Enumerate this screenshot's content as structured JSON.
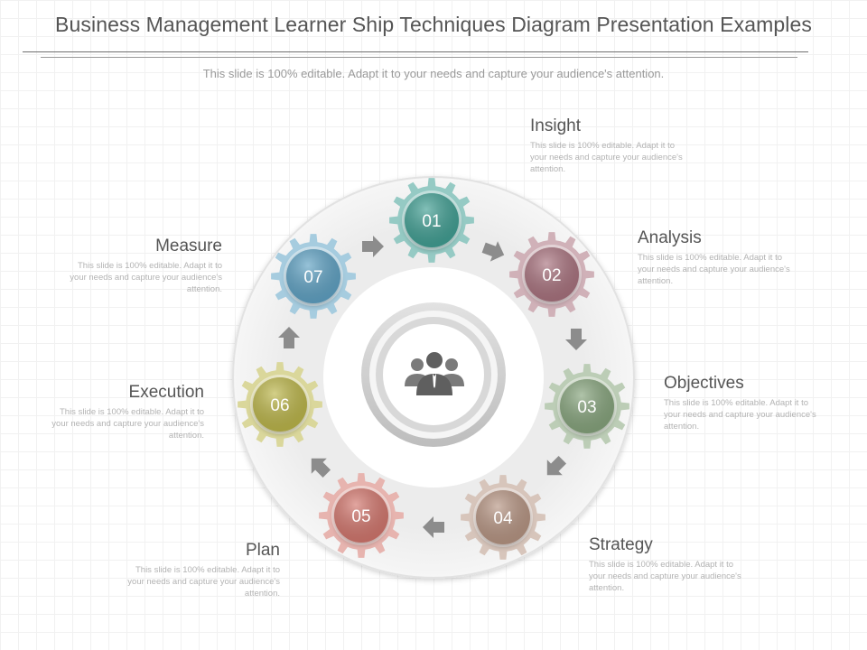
{
  "header": {
    "title": "Business Management Learner Ship Techniques Diagram Presentation Examples",
    "subtitle": "This slide is 100% editable. Adapt it to your needs and capture your audience's attention."
  },
  "center": {
    "icon": "people-group-icon"
  },
  "steps": [
    {
      "number": "01",
      "label": "Insight",
      "text": "This slide is 100% editable. Adapt it to your needs and capture your audience's attention.",
      "color": "#3f9f93"
    },
    {
      "number": "02",
      "label": "Analysis",
      "text": "This slide is 100% editable. Adapt it to your needs and capture your audience's attention.",
      "color": "#a9727e"
    },
    {
      "number": "03",
      "label": "Objectives",
      "text": "This slide is 100% editable. Adapt it to your needs and capture your audience's attention.",
      "color": "#86a47b"
    },
    {
      "number": "04",
      "label": "Strategy",
      "text": "This slide is 100% editable. Adapt it to your needs and capture your audience's attention.",
      "color": "#b79583"
    },
    {
      "number": "05",
      "label": "Plan",
      "text": "This slide is 100% editable. Adapt it to your needs and capture your audience's attention.",
      "color": "#d3766d"
    },
    {
      "number": "06",
      "label": "Execution",
      "text": "This slide is 100% editable. Adapt it to your needs and capture your audience's attention.",
      "color": "#bcb64a"
    },
    {
      "number": "07",
      "label": "Measure",
      "text": "This slide is 100% editable. Adapt it to your needs and capture your audience's attention.",
      "color": "#5ea2c4"
    }
  ]
}
